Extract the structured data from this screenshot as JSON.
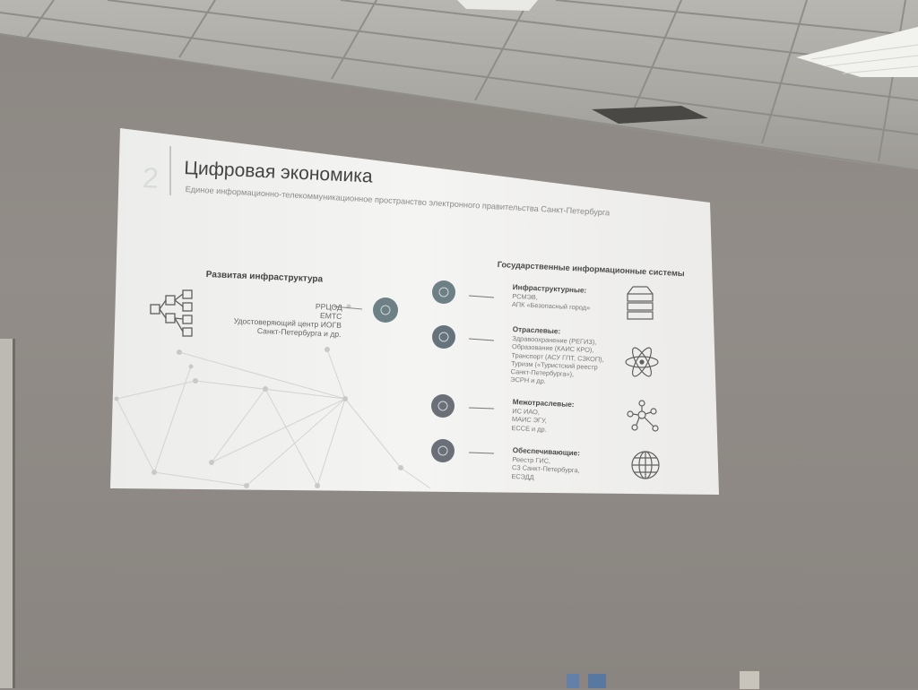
{
  "slide": {
    "number": "2",
    "title": "Цифровая экономика",
    "subtitle": "Единое информационно-телекоммуникационное пространство электронного правительства Санкт-Петербурга",
    "left_heading": "Развитая инфраструктура",
    "left_items": [
      "РРЦОД",
      "ЕМТС",
      "Удостоверяющий центр ИОГВ",
      "Санкт-Петербурга и др."
    ],
    "right_heading": "Государственные информационные системы",
    "categories": [
      {
        "title": "Инфраструктурные:",
        "items": [
          "РСМЭВ,",
          "АПК «Безопасный город»"
        ],
        "icon": "server-icon"
      },
      {
        "title": "Отраслевые:",
        "items": [
          "Здравоохранение (РЕГИЗ),",
          "Образование (КАИС КРО),",
          "Транспорт (АСУ ГПТ, СЗКОП),",
          "Туризм («Туристский реестр",
          "Санкт-Петербурга»),",
          "ЭСРН и др."
        ],
        "icon": "atom-icon"
      },
      {
        "title": "Межотраслевые:",
        "items": [
          "ИС ИАО,",
          "МАИС ЭГУ,",
          "ЕССЕ и др."
        ],
        "icon": "network-icon"
      },
      {
        "title": "Обеспечивающие:",
        "items": [
          "Реестр ГИС,",
          "СЗ Санкт-Петербурга,",
          "ЕСЭДД"
        ],
        "icon": "globe-icon"
      }
    ]
  }
}
